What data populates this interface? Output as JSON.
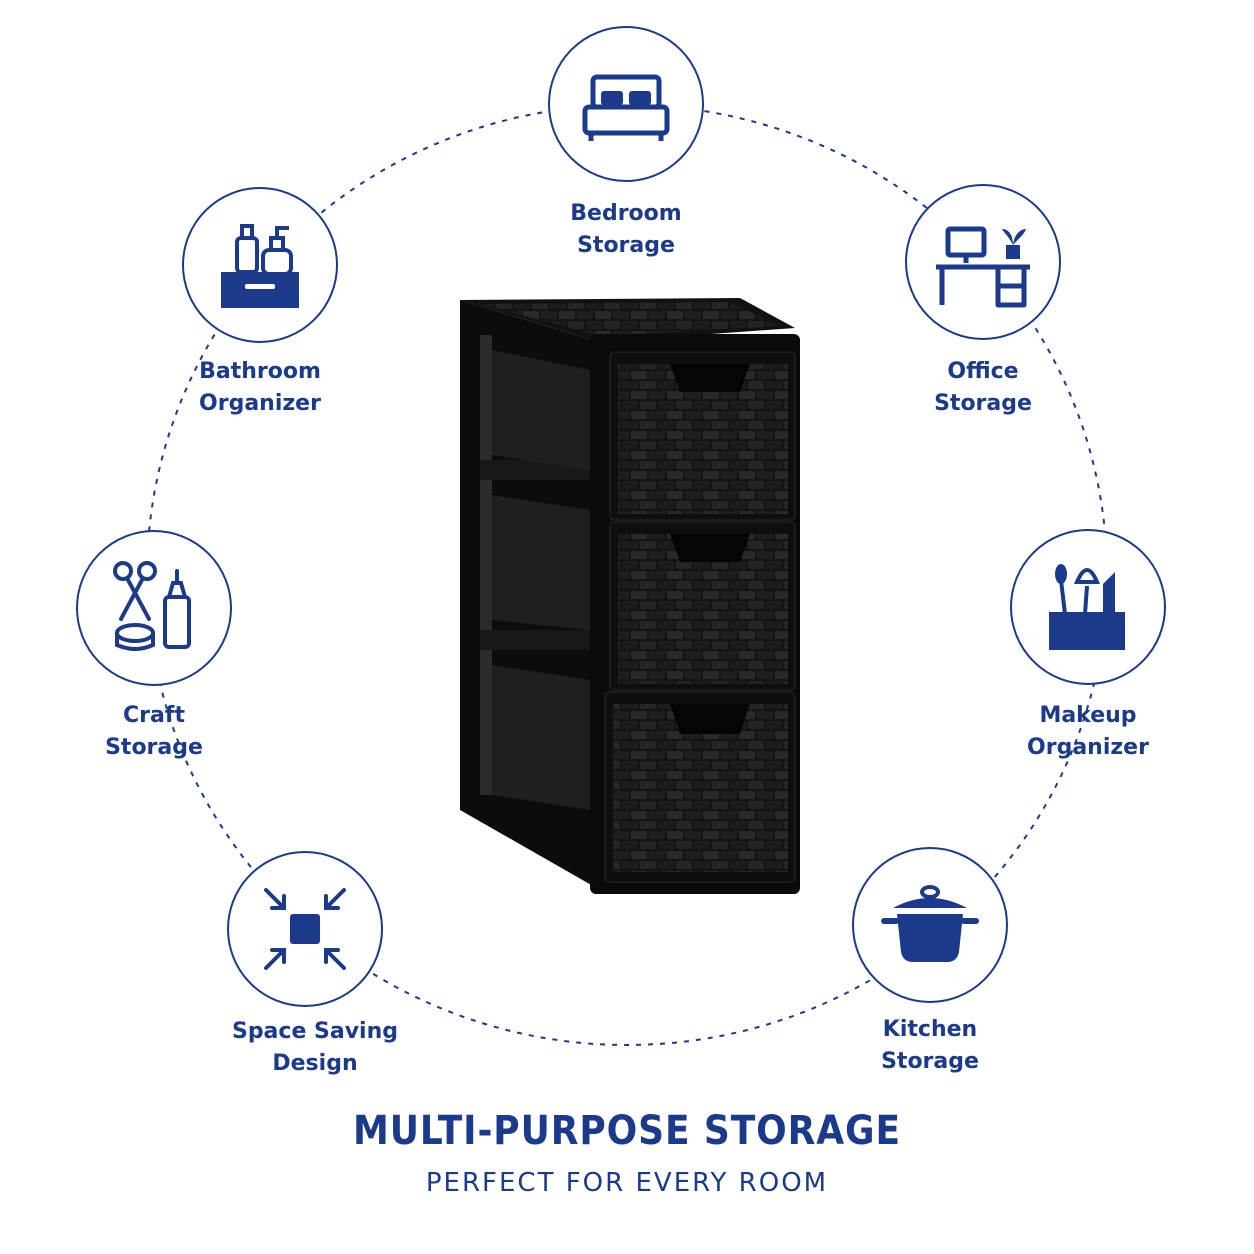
{
  "accent_color": "#1b3a8c",
  "features": [
    {
      "id": "bedroom",
      "icon": "bed-icon",
      "line1": "Bedroom",
      "line2": "Storage"
    },
    {
      "id": "office",
      "icon": "desk-icon",
      "line1": "Office",
      "line2": "Storage"
    },
    {
      "id": "makeup",
      "icon": "makeup-icon",
      "line1": "Makeup",
      "line2": "Organizer"
    },
    {
      "id": "kitchen",
      "icon": "pot-icon",
      "line1": "Kitchen",
      "line2": "Storage"
    },
    {
      "id": "space",
      "icon": "compress-icon",
      "line1": "Space Saving",
      "line2": "Design"
    },
    {
      "id": "craft",
      "icon": "craft-icon",
      "line1": "Craft",
      "line2": "Storage"
    },
    {
      "id": "bathroom",
      "icon": "toiletries-icon",
      "line1": "Bathroom",
      "line2": "Organizer"
    }
  ],
  "headline": "MULTI-PURPOSE STORAGE",
  "subline": "PERFECT FOR EVERY ROOM",
  "product_icon": "drawer-tower"
}
